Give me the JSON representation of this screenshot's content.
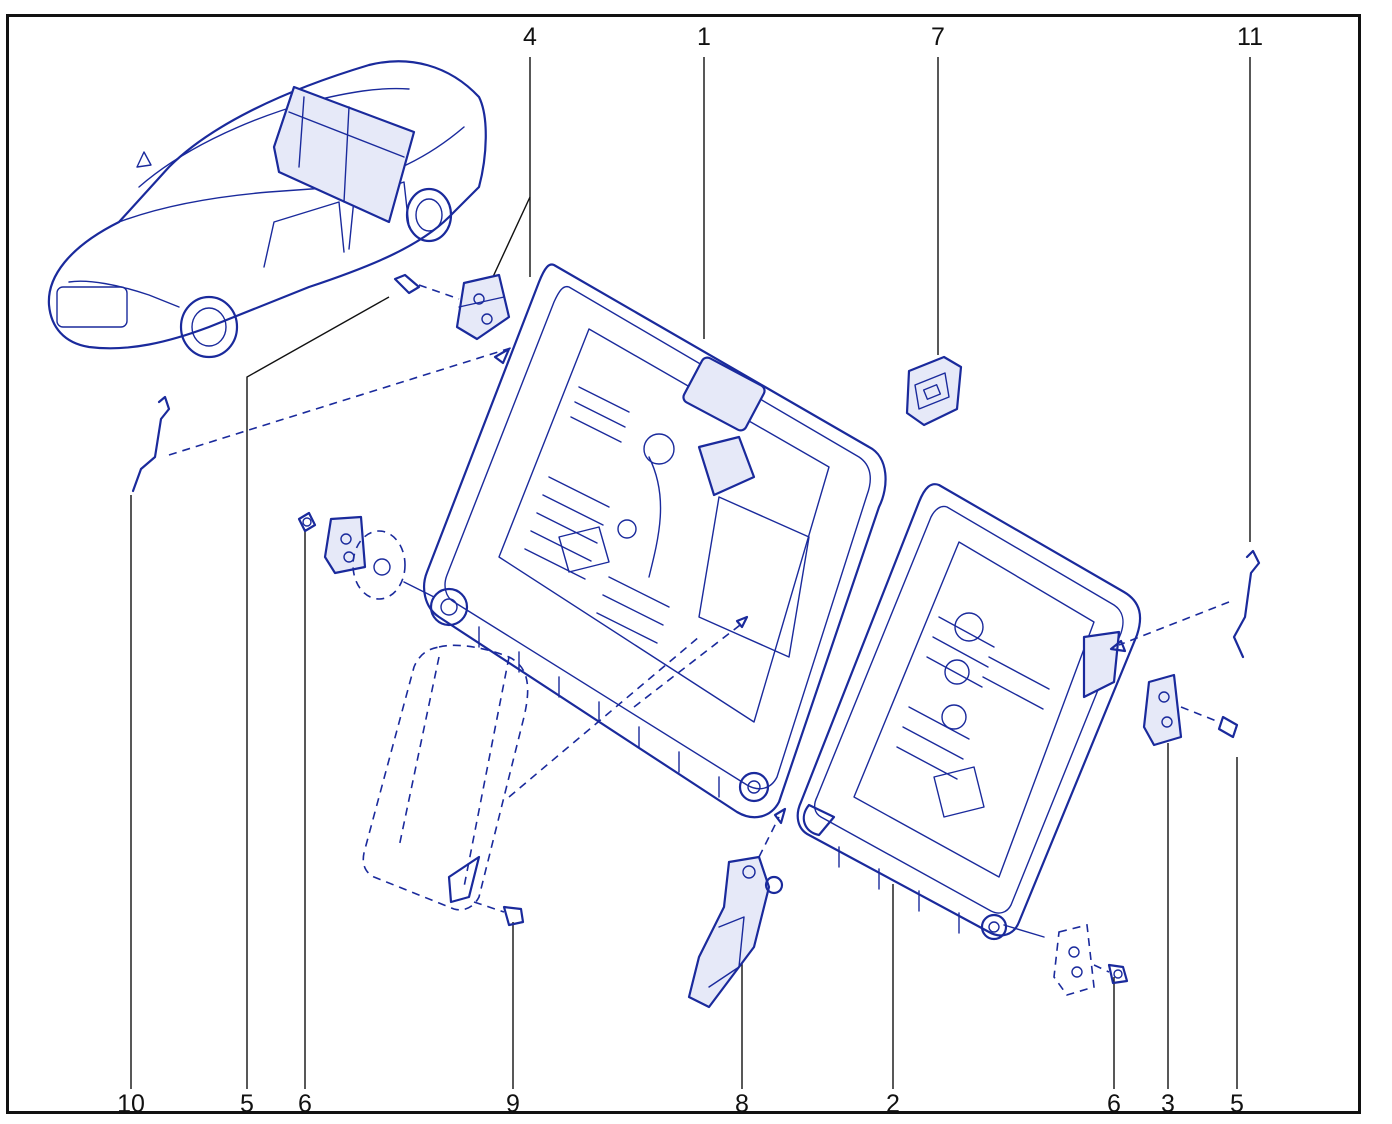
{
  "diagram": {
    "colors": {
      "parts": "#1a2a9c",
      "frame": "#111111",
      "background": "#ffffff"
    },
    "callouts": [
      {
        "id": "top-4",
        "label": "4"
      },
      {
        "id": "top-1",
        "label": "1"
      },
      {
        "id": "top-7",
        "label": "7"
      },
      {
        "id": "top-11",
        "label": "11"
      },
      {
        "id": "bottom-10",
        "label": "10"
      },
      {
        "id": "bottom-5a",
        "label": "5"
      },
      {
        "id": "bottom-6a",
        "label": "6"
      },
      {
        "id": "bottom-9",
        "label": "9"
      },
      {
        "id": "bottom-8",
        "label": "8"
      },
      {
        "id": "bottom-2",
        "label": "2"
      },
      {
        "id": "bottom-6b",
        "label": "6"
      },
      {
        "id": "bottom-3",
        "label": "3"
      },
      {
        "id": "bottom-5b",
        "label": "5"
      }
    ],
    "icons": [
      "car-icon",
      "seatback-frame-large",
      "seatback-frame-small",
      "hinge-bracket",
      "bolt",
      "nut",
      "headrest-guide",
      "latch-module",
      "armrest-cushion",
      "pivot-bracket"
    ]
  }
}
